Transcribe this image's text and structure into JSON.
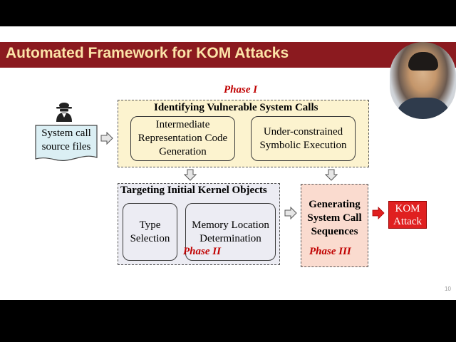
{
  "slide": {
    "title": "Automated Framework for KOM Attacks",
    "page_number": "10"
  },
  "diagram": {
    "input_label": "System call source files",
    "phase1": {
      "label": "Phase I",
      "title": "Identifying Vulnerable System Calls",
      "step_a": "Intermediate Representation Code Generation",
      "step_b": "Under-constrained Symbolic Execution"
    },
    "phase2": {
      "label": "Phase II",
      "title": "Targeting Initial Kernel Objects",
      "step_a": "Type Selection",
      "step_b": "Memory Location Determination"
    },
    "phase3": {
      "label": "Phase III",
      "title": "Generating System Call Sequences"
    },
    "output_label": "KOM Attack"
  },
  "colors": {
    "title_bar": "#8b1a1f",
    "title_text": "#fce4a8",
    "phase_label": "#c00000",
    "phase1_fill": "#fcf3cf",
    "phase2_fill": "#ececf3",
    "phase3_fill": "#fadbcf",
    "input_fill": "#dbeff4",
    "output_fill": "#e02020"
  }
}
